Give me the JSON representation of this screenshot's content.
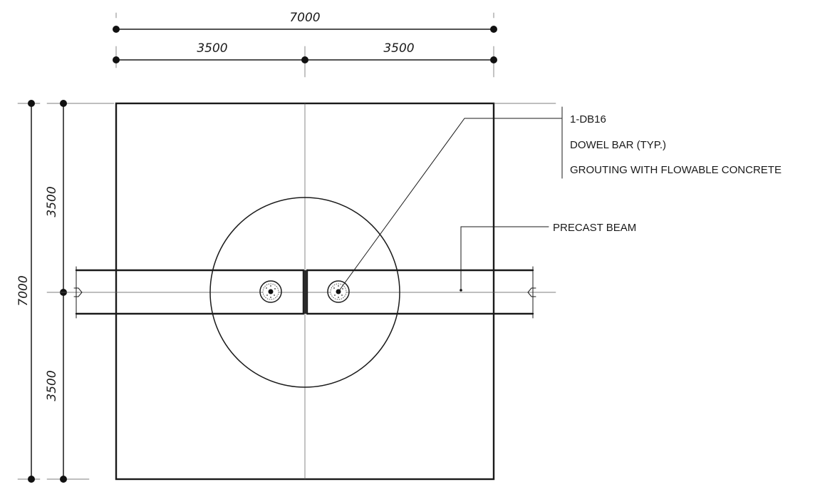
{
  "dimensions": {
    "top_overall": "7000",
    "top_left": "3500",
    "top_right": "3500",
    "left_overall": "7000",
    "left_upper": "3500",
    "left_lower": "3500"
  },
  "notes": {
    "dowel_size": "1-DB16",
    "dowel_label": "DOWEL BAR (TYP.)",
    "grouting": "GROUTING WITH FLOWABLE CONCRETE",
    "beam": "PRECAST BEAM"
  }
}
